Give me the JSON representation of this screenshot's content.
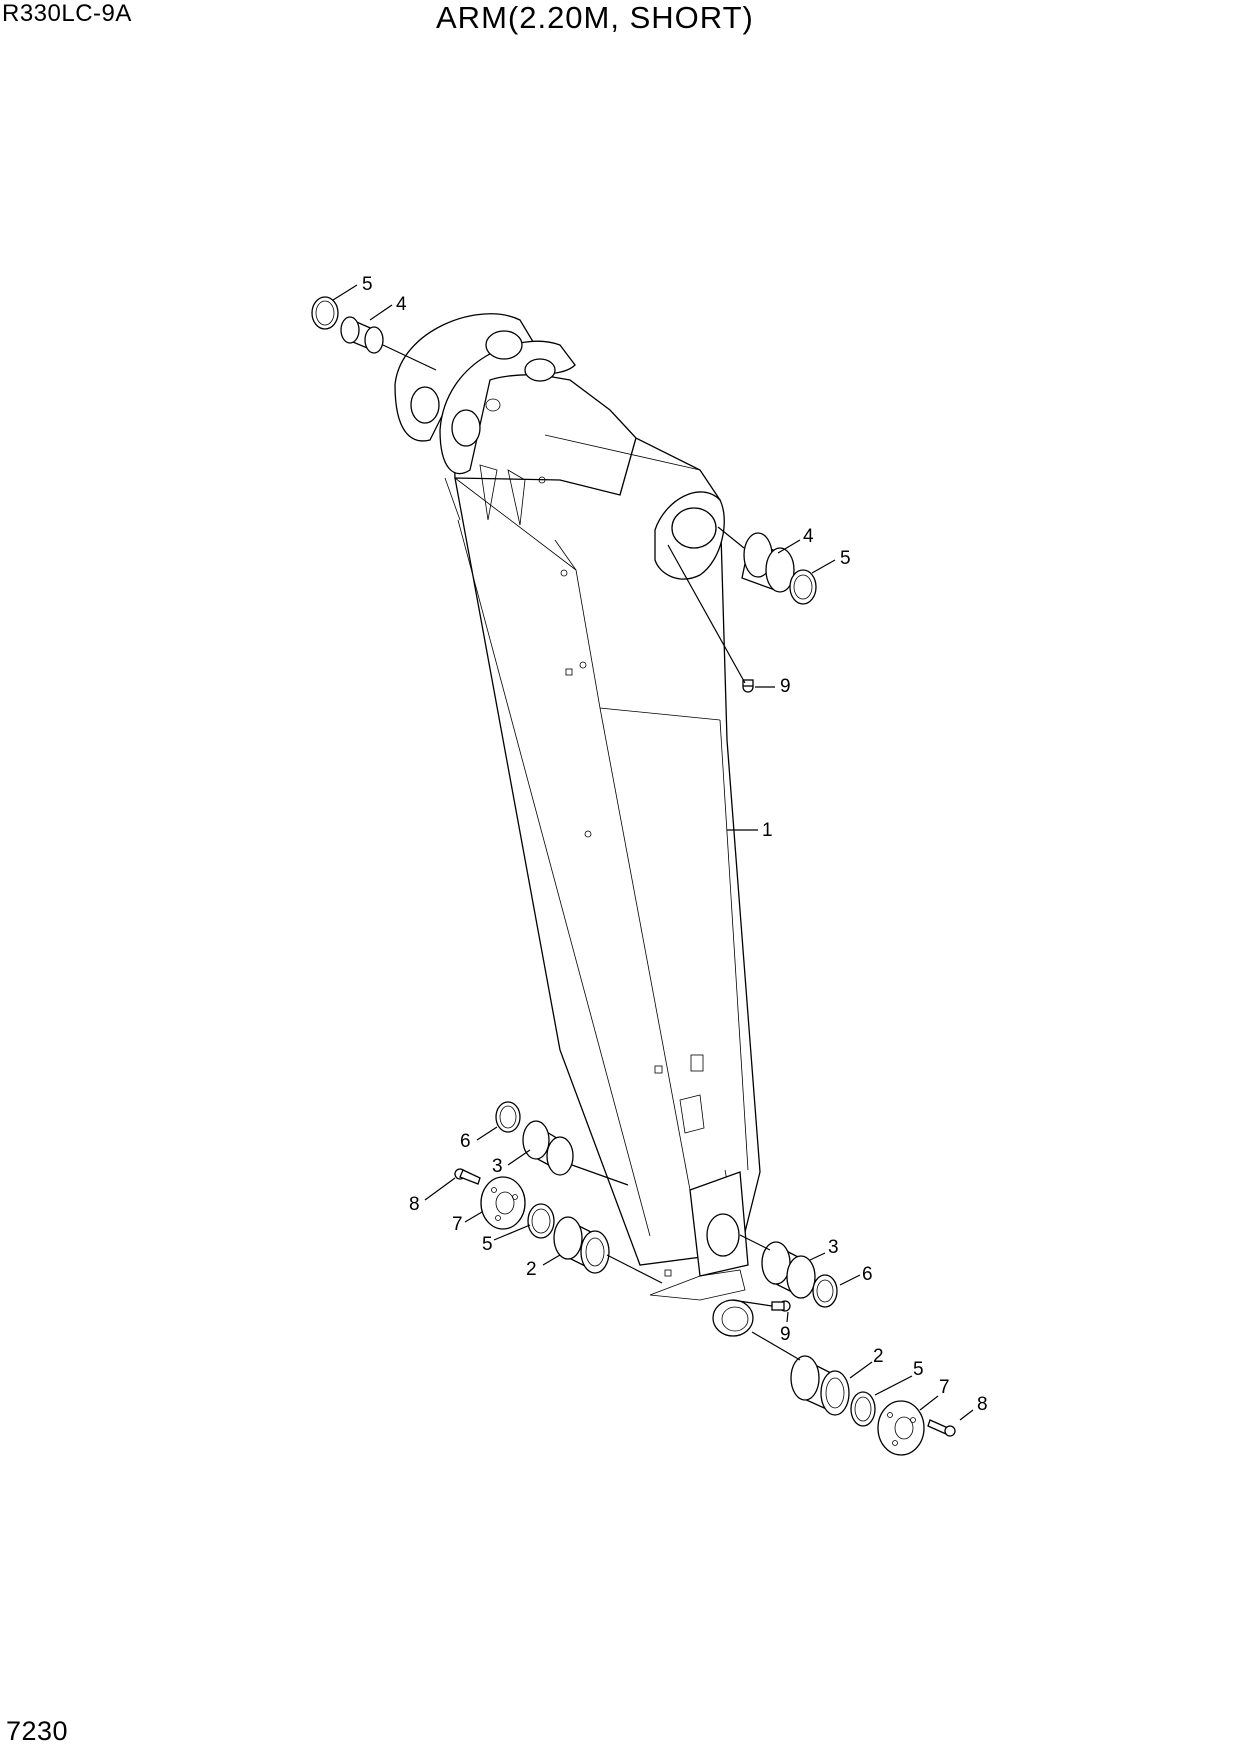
{
  "header": {
    "model": "R330LC-9A",
    "title": "ARM(2.20M, SHORT)"
  },
  "footer": {
    "page_number": "7230"
  },
  "callouts": [
    {
      "id": "c1",
      "label": "1"
    },
    {
      "id": "c2a",
      "label": "2"
    },
    {
      "id": "c2b",
      "label": "2"
    },
    {
      "id": "c3a",
      "label": "3"
    },
    {
      "id": "c3b",
      "label": "3"
    },
    {
      "id": "c4a",
      "label": "4"
    },
    {
      "id": "c4b",
      "label": "4"
    },
    {
      "id": "c5a",
      "label": "5"
    },
    {
      "id": "c5b",
      "label": "5"
    },
    {
      "id": "c5c",
      "label": "5"
    },
    {
      "id": "c5d",
      "label": "5"
    },
    {
      "id": "c6a",
      "label": "6"
    },
    {
      "id": "c6b",
      "label": "6"
    },
    {
      "id": "c7a",
      "label": "7"
    },
    {
      "id": "c7b",
      "label": "7"
    },
    {
      "id": "c8a",
      "label": "8"
    },
    {
      "id": "c8b",
      "label": "8"
    },
    {
      "id": "c9a",
      "label": "9"
    },
    {
      "id": "c9b",
      "label": "9"
    }
  ]
}
